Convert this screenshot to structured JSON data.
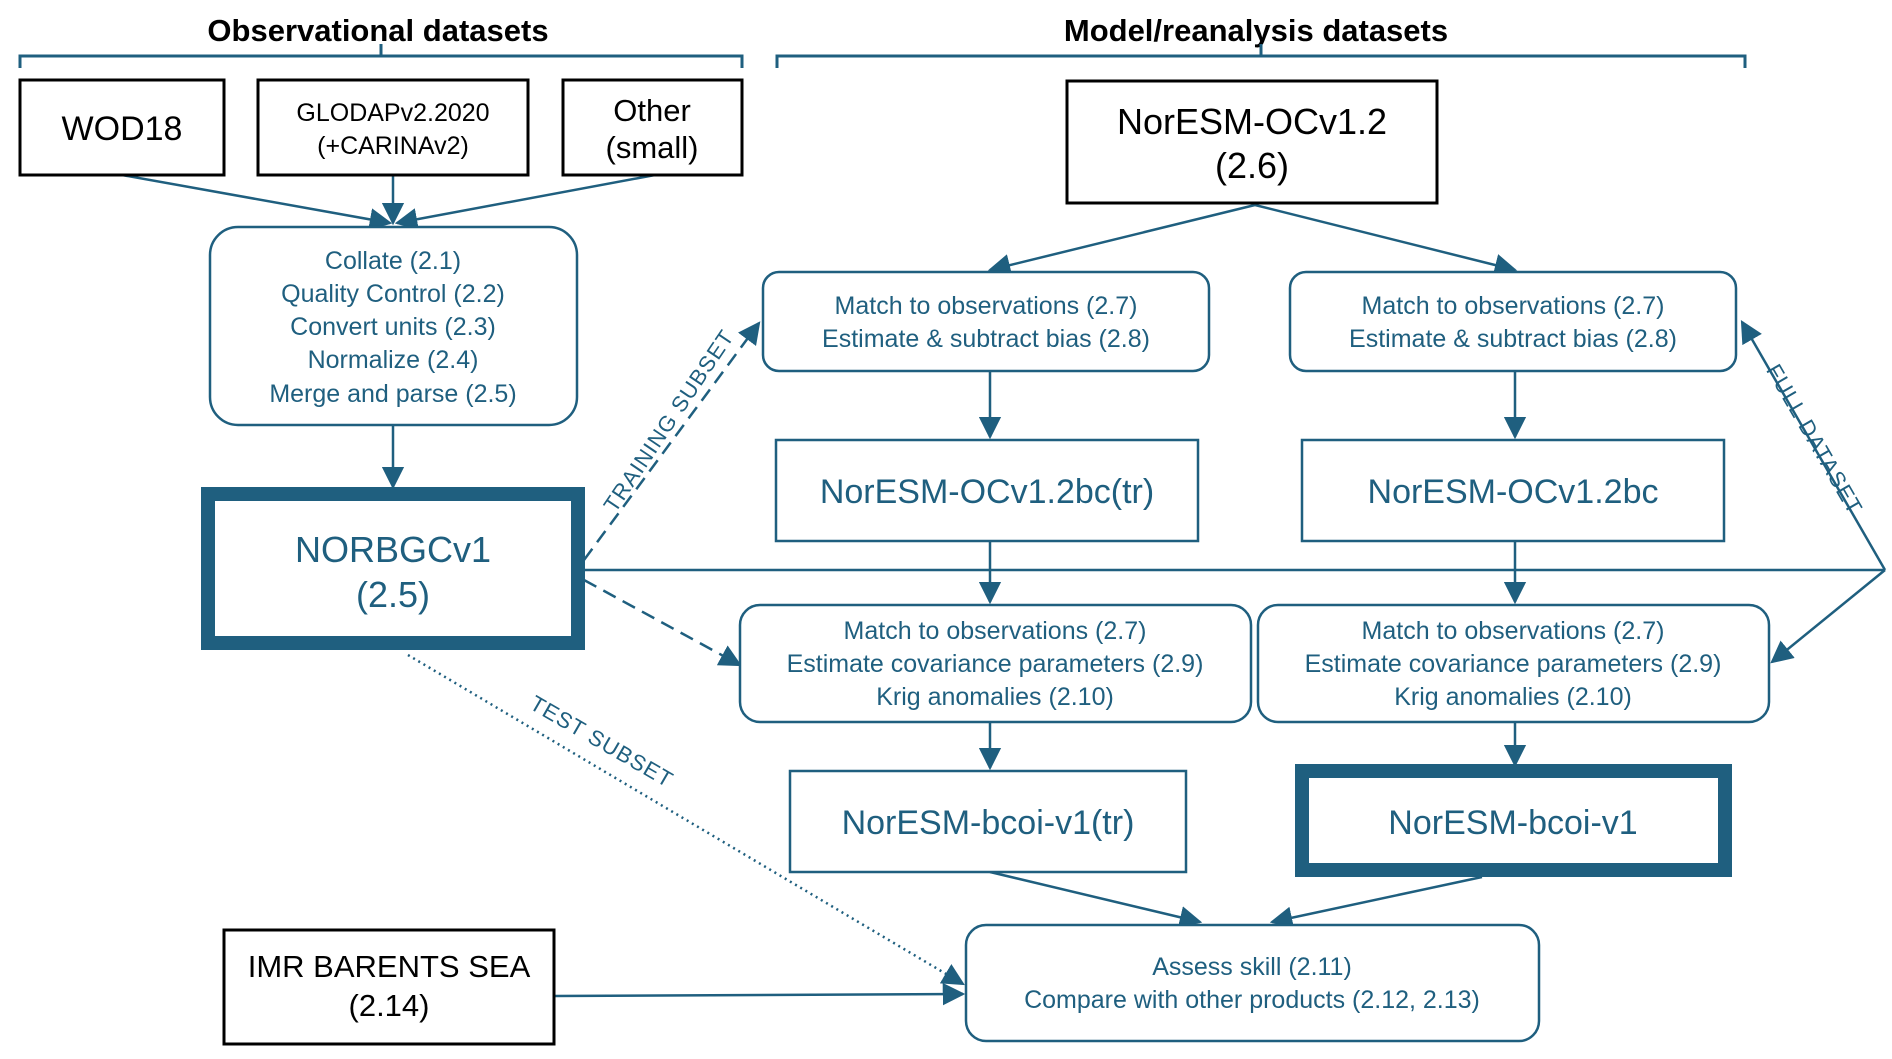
{
  "headers": {
    "observational": "Observational datasets",
    "model": "Model/reanalysis datasets"
  },
  "sources": {
    "wod18": "WOD18",
    "glodap_line1": "GLODAPv2.2020",
    "glodap_line2": "(+CARINAv2)",
    "other_line1": "Other",
    "other_line2": "(small)",
    "noresm_line1": "NorESM-OCv1.2",
    "noresm_line2": "(2.6)",
    "imr_line1": "IMR BARENTS SEA",
    "imr_line2": "(2.14)"
  },
  "collate": {
    "lines": [
      "Collate (2.1)",
      "Quality Control (2.2)",
      "Convert units (2.3)",
      "Normalize (2.4)",
      "Merge and parse (2.5)"
    ]
  },
  "norbgc": {
    "line1": "NORBGCv1",
    "line2": "(2.5)"
  },
  "match_bias_left": {
    "line1": "Match to observations (2.7)",
    "line2": "Estimate & subtract bias (2.8)"
  },
  "match_bias_right": {
    "line1": "Match to observations (2.7)",
    "line2": "Estimate & subtract bias (2.8)"
  },
  "bc_tr": "NorESM-OCv1.2bc(tr)",
  "bc": "NorESM-OCv1.2bc",
  "krig_left": {
    "line1": "Match to observations (2.7)",
    "line2": "Estimate covariance parameters (2.9)",
    "line3": "Krig anomalies (2.10)"
  },
  "krig_right": {
    "line1": "Match to observations (2.7)",
    "line2": "Estimate covariance parameters (2.9)",
    "line3": "Krig anomalies (2.10)"
  },
  "bcoi_tr": "NorESM-bcoi-v1(tr)",
  "bcoi": "NorESM-bcoi-v1",
  "assess": {
    "line1": "Assess skill (2.11)",
    "line2": "Compare with other products (2.12, 2.13)"
  },
  "edge_labels": {
    "training": "TRAINING SUBSET",
    "full": "FULL DATASET",
    "test": "TEST SUBSET"
  },
  "colors": {
    "accent": "#1f5f7f",
    "black": "#000000",
    "background": "#ffffff"
  }
}
